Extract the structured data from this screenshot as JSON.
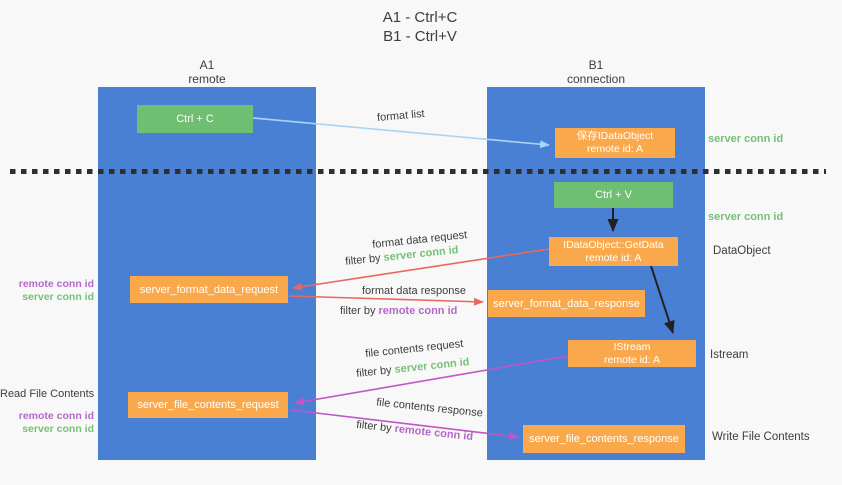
{
  "title": {
    "line1": "A1 - Ctrl+C",
    "line2": "B1 - Ctrl+V"
  },
  "columns": {
    "a1": {
      "title": "A1",
      "subtitle": "remote"
    },
    "b1": {
      "title": "B1",
      "subtitle": "connection"
    }
  },
  "nodes": {
    "ctrl_c": "Ctrl + C",
    "ctrl_v": "Ctrl + V",
    "save_dataobject": {
      "line1": "保存IDataObject",
      "line2": "remote id: A"
    },
    "getdata": {
      "line1": "IDataObject::GetData",
      "line2": "remote id: A"
    },
    "istream": {
      "line1": "IStream",
      "line2": "remote id: A"
    },
    "format_request": "server_format_data_request",
    "format_response": "server_format_data_response",
    "file_request": "server_file_contents_request",
    "file_response": "server_file_contents_response"
  },
  "labels": {
    "format_list": "format list",
    "filter_by": "filter by ",
    "server_conn_id": "server conn id",
    "remote_conn_id": "remote conn id",
    "format_data_request": "format data request",
    "format_data_response": "format data response",
    "file_contents_request": "file contents request",
    "file_contents_response": "file contents response",
    "read_file_contents": "Read File Contents",
    "write_file_contents": "Write File Contents",
    "dataobject": "DataObject",
    "istream": "Istream"
  },
  "colors": {
    "background": "#f8f8f8",
    "column_blue": "#4a80d4",
    "node_green": "#6fbe72",
    "node_orange": "#f9a94b",
    "arrow_red": "#e8695c",
    "arrow_magenta": "#c155c8",
    "arrow_light_blue": "#a9d5f3",
    "arrow_black": "#212121",
    "text_dark": "#3d3d3d",
    "label_green": "#77c077",
    "label_purple": "#b468c8"
  }
}
